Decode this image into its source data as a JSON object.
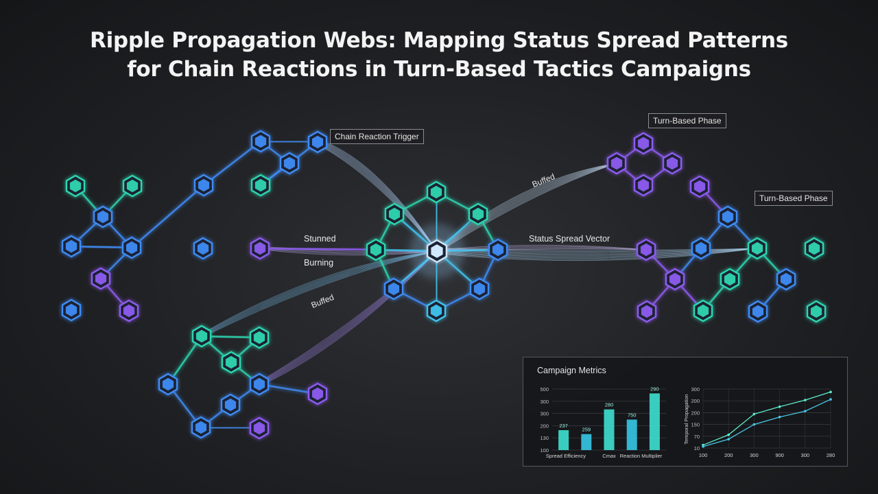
{
  "title": {
    "line1": "Ripple Propagation Webs: Mapping Status Spread Patterns",
    "line2": "for Chain Reactions in Turn-Based Tactics Campaigns"
  },
  "labels": {
    "chain_trigger": "Chain Reaction Trigger",
    "turn_phase_1": "Turn-Based Phase",
    "turn_phase_2": "Turn-Based Phase",
    "stunned": "Stunned",
    "burning": "Burning",
    "buffed_top": "Buffed",
    "buffed_bottom": "Buffed",
    "spread_vector": "Status Spread Vector"
  },
  "colors": {
    "teal": "#2fd6b0",
    "blue": "#3f8cf5",
    "purple": "#8e5cf0",
    "cyan": "#40c4f0",
    "hub": "#cfe8ff"
  },
  "panel": {
    "title": "Campaign Metrics"
  },
  "chart_data": [
    {
      "type": "bar",
      "categories": [
        "Spread Efficiency",
        "",
        "Cmax",
        "Reaction Multiplier",
        ""
      ],
      "values": [
        137,
        110,
        280,
        210,
        390
      ],
      "data_labels": [
        "237",
        "259",
        "280",
        "750",
        "290"
      ],
      "yticks": [
        "500",
        "300",
        "300",
        "200",
        "130",
        "100"
      ],
      "ylim": [
        0,
        420
      ],
      "grid": true
    },
    {
      "type": "line",
      "x": [
        100,
        200,
        300,
        900,
        300,
        280
      ],
      "xticks": [
        "100",
        "200",
        "300",
        "900",
        "300",
        "280"
      ],
      "series": [
        {
          "values": [
            20,
            90,
            230,
            280,
            325,
            380
          ]
        },
        {
          "values": [
            10,
            60,
            160,
            210,
            250,
            330
          ]
        }
      ],
      "yticks": [
        "300",
        "200",
        "200",
        "150",
        "70",
        "10"
      ],
      "ylabel": "Temporal Propagation",
      "ylim": [
        0,
        400
      ],
      "grid": true
    }
  ]
}
